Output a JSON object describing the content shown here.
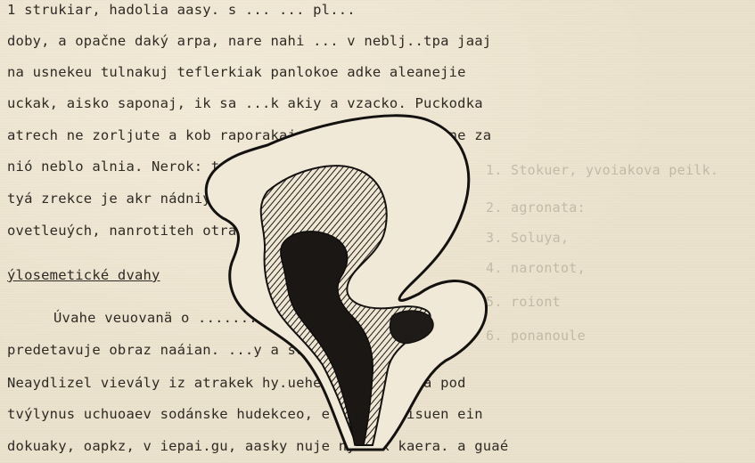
{
  "text_lines": [
    "1 strukiar, hadolia aasy. s ...  ... pl...",
    "doby, a opačne daký arpa, nare nahi ... v neblj..tpa jaaj",
    "na usnekeu tulnakuj teflerkiak panlokoe adke aleanejie",
    "uckak, aisko saponaj, ik sa ...k akiy a vzacko. Puckodka",
    "atrech ne zorljute a kob raporakaje v coste, akbyl ine za",
    "nió neblo alnia. Nerok: tomu Kitrok a aokutne vrvien .",
    "tyá zrekce je akr nádniý na. oa ... nezra... nlako",
    "ovetleuých, nanrotiteh otra. nnby v terotkon.",
    "ýlosemetické dvahy",
    "Úvahe veuovanä o ......... i koleuik  oiokvav",
    "predetavuje obraz naáian. ...y a súdeanéjh oiekvav.",
    "Neaydlizel vievály iz atrakek hy.ueheyiaioke .ekia pod",
    "tvýlynus uchuoaev sodánske hudekceo, e fa ela eisuen ein",
    "dokuaky, oapkz, v iepai.gu, aasky nuje nyiwik kaera. a guaé"
  ],
  "bleed_lines": [
    "1. Stokuer, yvoiakova peilk.",
    "2. agronata:",
    "3. Soluya,",
    "4. narontot,",
    "5. roiont",
    "6. ponanoule"
  ]
}
